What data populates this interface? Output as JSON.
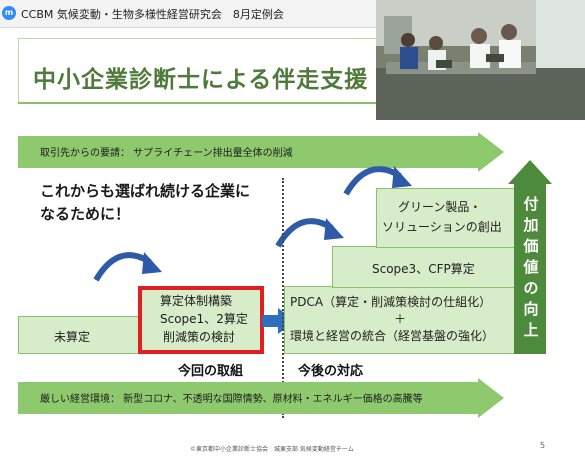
{
  "window": {
    "title": "CCBM 気候変動・生物多様性経営研究会　8月定例会"
  },
  "slide": {
    "title": "中小企業診断士による伴走支援",
    "top_arrow_text": "取引先からの要請：  サプライチェーン排出量全体の削減",
    "motto_line1": "これからも選ばれ続ける企業に",
    "motto_line2": "なるために！",
    "steps": {
      "unmeasured": "未算定",
      "highlight_line1": "算定体制構築",
      "highlight_line2": "Scope1、2算定",
      "highlight_line3": "削減策の検討",
      "pdca_line1": "PDCA（算定・削減策検討の仕組化）",
      "pdca_line2": "＋",
      "pdca_line3": "環境と経営の統合（経営基盤の強化）",
      "scope3": "Scope3、CFP算定",
      "green_line1": "グリーン製品・",
      "green_line2": "ソリューションの創出"
    },
    "current_label": "今回の取組",
    "future_label": "今後の対応",
    "value_text": "付加価値の向上",
    "bottom_arrow_text": "厳しい経営環境：  新型コロナ、不透明な国際情勢、原材料・エネルギー価格の高騰等",
    "footer": "©東京都中小企業診断士協会　城東支部 気候変動経営チーム",
    "page_number": "5"
  },
  "colors": {
    "accent_green": "#8ec96e",
    "dark_green": "#4e8a3c",
    "highlight_red": "#e02020",
    "step_fill": "#d7ecc8"
  }
}
